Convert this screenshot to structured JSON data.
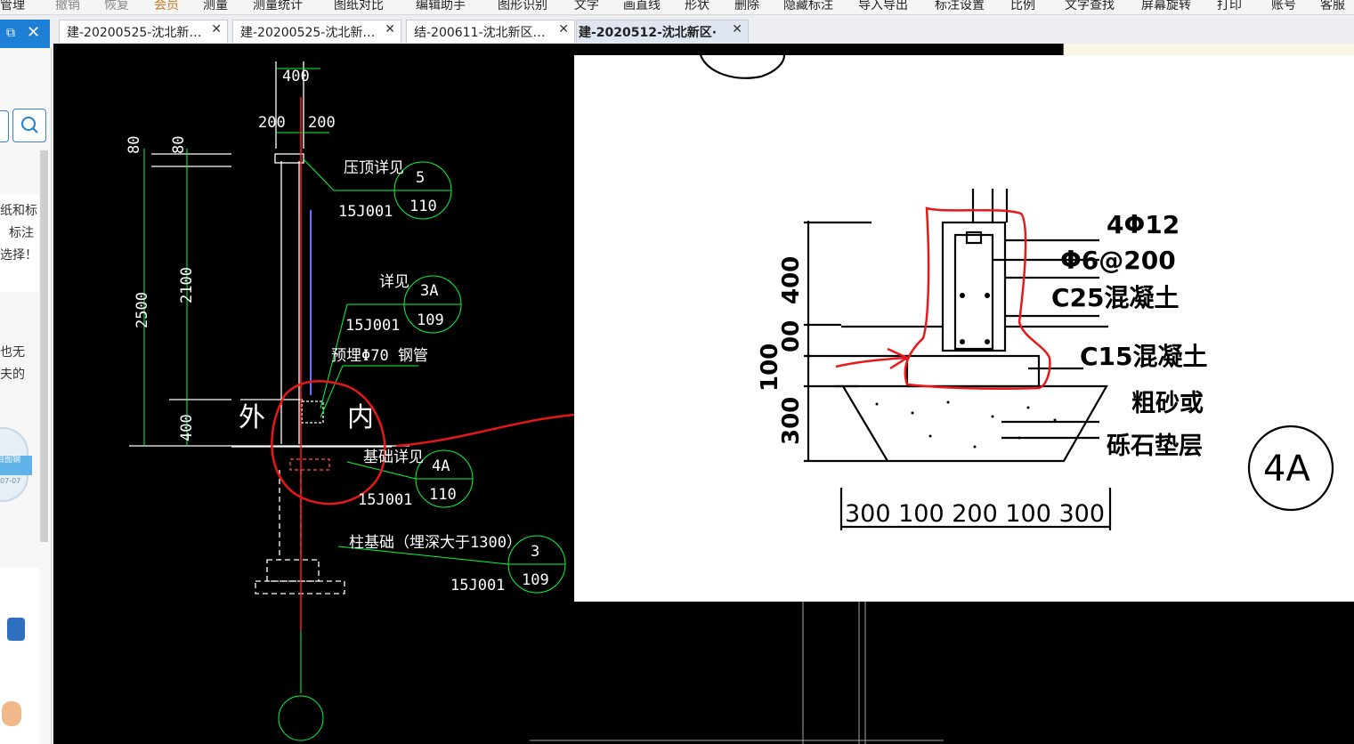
{
  "menubar": {
    "items": [
      "管理",
      "撤销",
      "恢复",
      "会员",
      "测量",
      "测量统计",
      "图纸对比",
      "编辑助手",
      "图形识别",
      "文字",
      "画直线",
      "形状",
      "删除",
      "隐藏标注",
      "导入导出",
      "标注设置",
      "比例",
      "文字查找",
      "屏幕旋转",
      "打印",
      "账号",
      "客服"
    ],
    "highlight_color": "#c8781e"
  },
  "tabs": [
    {
      "label": "建-20200525-沈北新…",
      "close": "✕"
    },
    {
      "label": "建-20200525-沈北新…",
      "close": "✕"
    },
    {
      "label": "结-200611-沈北新区…",
      "close": "✕"
    },
    {
      "label": "建-2020512-沈北新区·",
      "close": "✕"
    }
  ],
  "left_panel": {
    "restore_icon": "restore-icon",
    "close_icon": "✕",
    "texts": [
      "纸和标",
      "标注",
      "选择！",
      "也无",
      "夫的"
    ],
    "badge_text": "目图钢",
    "badge_date": "07-07"
  },
  "drawing": {
    "dims": {
      "top": "400",
      "half_left": "200",
      "half_right": "200",
      "v80a": "80",
      "v80b": "80",
      "v2500": "2500",
      "v2100": "2100",
      "v400": "400"
    },
    "labels": {
      "outside": "外",
      "inside": "内",
      "coping": "压顶详见",
      "detail": "详见",
      "pipe": "预埋Φ70 钢管",
      "foundation": "基础详见",
      "column_base": "柱基础（埋深大于1300）"
    },
    "callouts": [
      {
        "top": "5",
        "bottom": "110",
        "ref": "15J001"
      },
      {
        "top": "3A",
        "bottom": "109",
        "ref": "15J001"
      },
      {
        "top": "4A",
        "bottom": "110",
        "ref": "15J001"
      },
      {
        "top": "3",
        "bottom": "109",
        "ref": "15J001"
      }
    ]
  },
  "detail": {
    "rebar": "4Φ12",
    "stirrup": "Φ6@200",
    "concrete": "C25混凝土",
    "concrete_base": "C15混凝土",
    "fill_line1": "粗砂或",
    "fill_line2": "砾石垫层",
    "left_dims": [
      "400",
      "00",
      "100",
      "300"
    ],
    "bottom_dims": "300 100 200 100 300",
    "tag": "4A"
  },
  "colors": {
    "cad_line": "#ffffff",
    "cad_green": "#00ff3c",
    "cad_red": "#ff0000",
    "annotation_red": "#e81818"
  }
}
